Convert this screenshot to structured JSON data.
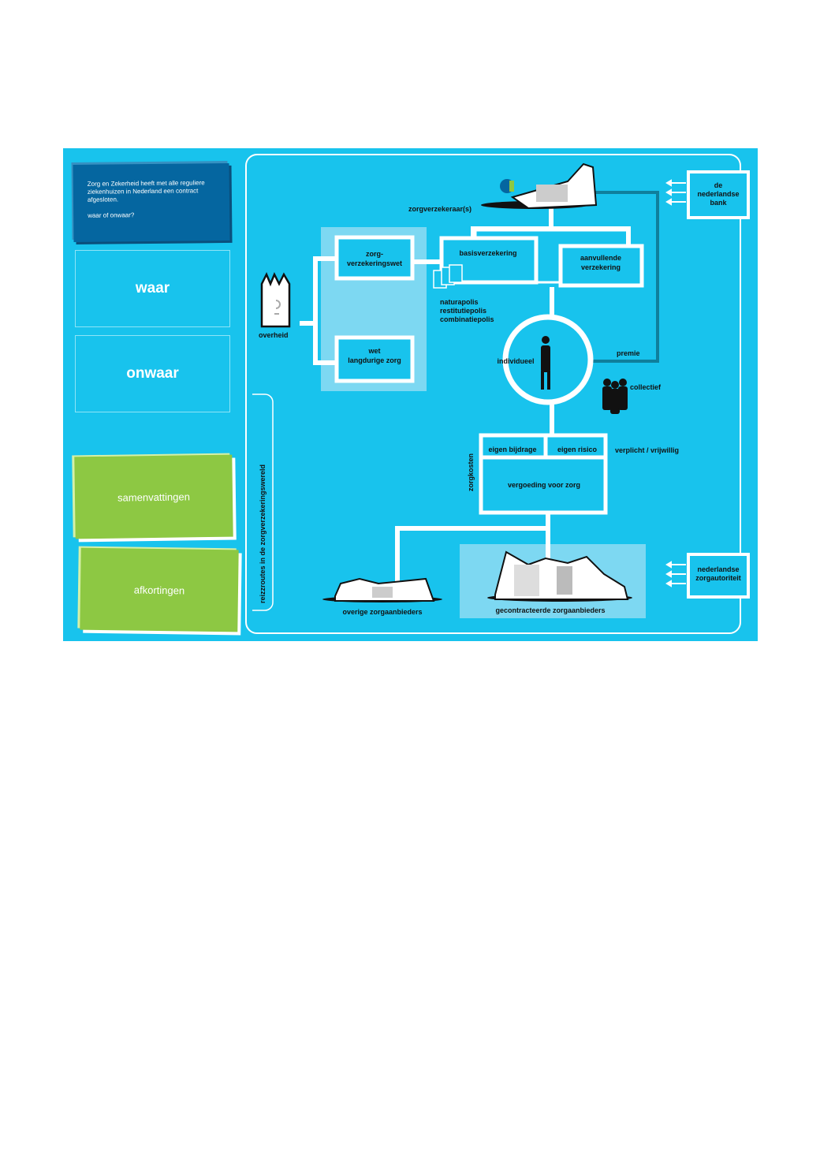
{
  "question": {
    "text": "Zorg en Zekerheid heeft met alle reguliere ziekenhuizen in Nederland een contract afgesloten.",
    "prompt": "waar of onwaar?"
  },
  "answers": {
    "true_label": "waar",
    "false_label": "onwaar"
  },
  "buttons": {
    "summaries_label": "samenvattingen",
    "abbreviations_label": "afkortingen"
  },
  "diagram": {
    "side_title": "reizzroutes in de zorgverzekeringswereld",
    "insurer": "zorgverzekeraar(s)",
    "government": "overheid",
    "zvw": [
      "zorg-",
      "verzekeringswet"
    ],
    "wlz": [
      "wet",
      "langdurige zorg"
    ],
    "basic": "basisverzekering",
    "supplementary": [
      "aanvullende",
      "verzekering"
    ],
    "policies": [
      "naturapolis",
      "restitutiepolis",
      "combinatiepolis"
    ],
    "individual": "individueel",
    "premium": "premie",
    "collective": "collectief",
    "own_contribution": "eigen bijdrage",
    "own_risk": "eigen risico",
    "mandatory": "verplicht / vrijwillig",
    "care_costs": "zorgkosten",
    "reimbursement": "vergoeding voor zorg",
    "other_providers": "overige zorgaanbieders",
    "contracted_providers": "gecontracteerde zorgaanbieders",
    "dnb": [
      "de",
      "nederlandse",
      "bank"
    ],
    "nza": [
      "nederlandse",
      "zorgautoriteit"
    ]
  },
  "colors": {
    "panel": "#18c3ed",
    "question_card": "#0566a0",
    "green_button": "#8dc843",
    "light_block": "#7dd8f2",
    "line": "#ffffff",
    "dark_line": "#0f7f9c"
  }
}
